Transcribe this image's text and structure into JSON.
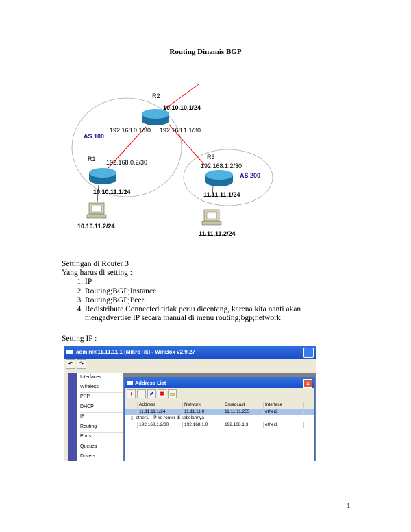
{
  "title": "Routing Dinamis BGP",
  "diagram": {
    "routers": [
      {
        "name": "R2"
      },
      {
        "name": "R1"
      },
      {
        "name": "R3"
      }
    ],
    "as_labels": [
      "AS 100",
      "AS 200"
    ],
    "addresses": [
      "10.10.10.1/24",
      "192.168.0.1/30",
      "192.168.1.1/30",
      "192.168.0.2/30",
      "10.10.11.1/24",
      "192.168.1.2/30",
      "11.11.11.1/24",
      "10.10.11.2/24",
      "11.11.11.2/24"
    ],
    "link_color": "#ff0000",
    "as_label_color": "#1a1a8c"
  },
  "intro": [
    "Settingan di Router 3",
    "Yang harus di setting :"
  ],
  "steps": [
    "IP",
    "Routing;BGP;Instance",
    "Routing;BGP;Peer",
    "Redistribute Connected tidak perlu dicentang, karena kita nanti akan mengadvertise IP secara manual di menu routing;bgp;network"
  ],
  "setting_ip": "Setting IP :",
  "winbox": {
    "title": "admin@11.11.11.1 (MikroTik) - WinBox v2.9.27",
    "menu": [
      "Interfaces",
      "Wireless",
      "PPP",
      "DHCP",
      "IP",
      "Routing",
      "Ports",
      "Queues",
      "Drivers"
    ],
    "window_title": "Address List",
    "columns": [
      "Address",
      "Network",
      "Broadcast",
      "Interface"
    ],
    "rows": [
      {
        "cells": [
          "11.11.11.1/24",
          "11.11.11.0",
          "11.11.11.255",
          "ether2"
        ],
        "selected": true
      },
      {
        "comment": ";;; ether1 - IP ke router di sebelahnya"
      },
      {
        "cells": [
          "192.168.1.2/30",
          "192.168.1.0",
          "192.168.1.3",
          "ether1"
        ],
        "selected": false
      }
    ]
  },
  "page_number": "1"
}
